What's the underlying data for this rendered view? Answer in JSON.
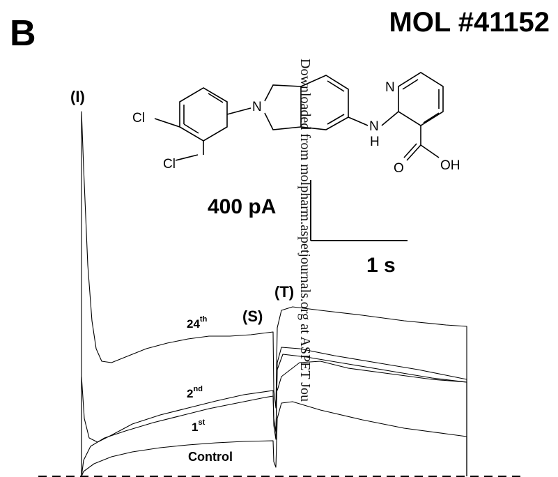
{
  "header": {
    "panel_label": "B",
    "mol_id": "MOL #41152"
  },
  "structure": {
    "atoms": {
      "cl_upper": "Cl",
      "cl_lower": "Cl",
      "n_ring": "N",
      "n_pyridine": "N",
      "nh_n": "N",
      "nh_h": "H",
      "o": "O",
      "oh": "OH"
    }
  },
  "scale_bar": {
    "current": "400 pA",
    "time": "1 s"
  },
  "trace_labels": {
    "peak": "(I)",
    "steady": "(S)",
    "tail": "(T)",
    "first": "1",
    "first_sup": "st",
    "second": "2",
    "second_sup": "nd",
    "twentyfourth": "24",
    "twentyfourth_sup": "th",
    "control": "Control"
  },
  "watermark": "Downloaded from molpharm.aspetjournals.org at ASPET Jou"
}
